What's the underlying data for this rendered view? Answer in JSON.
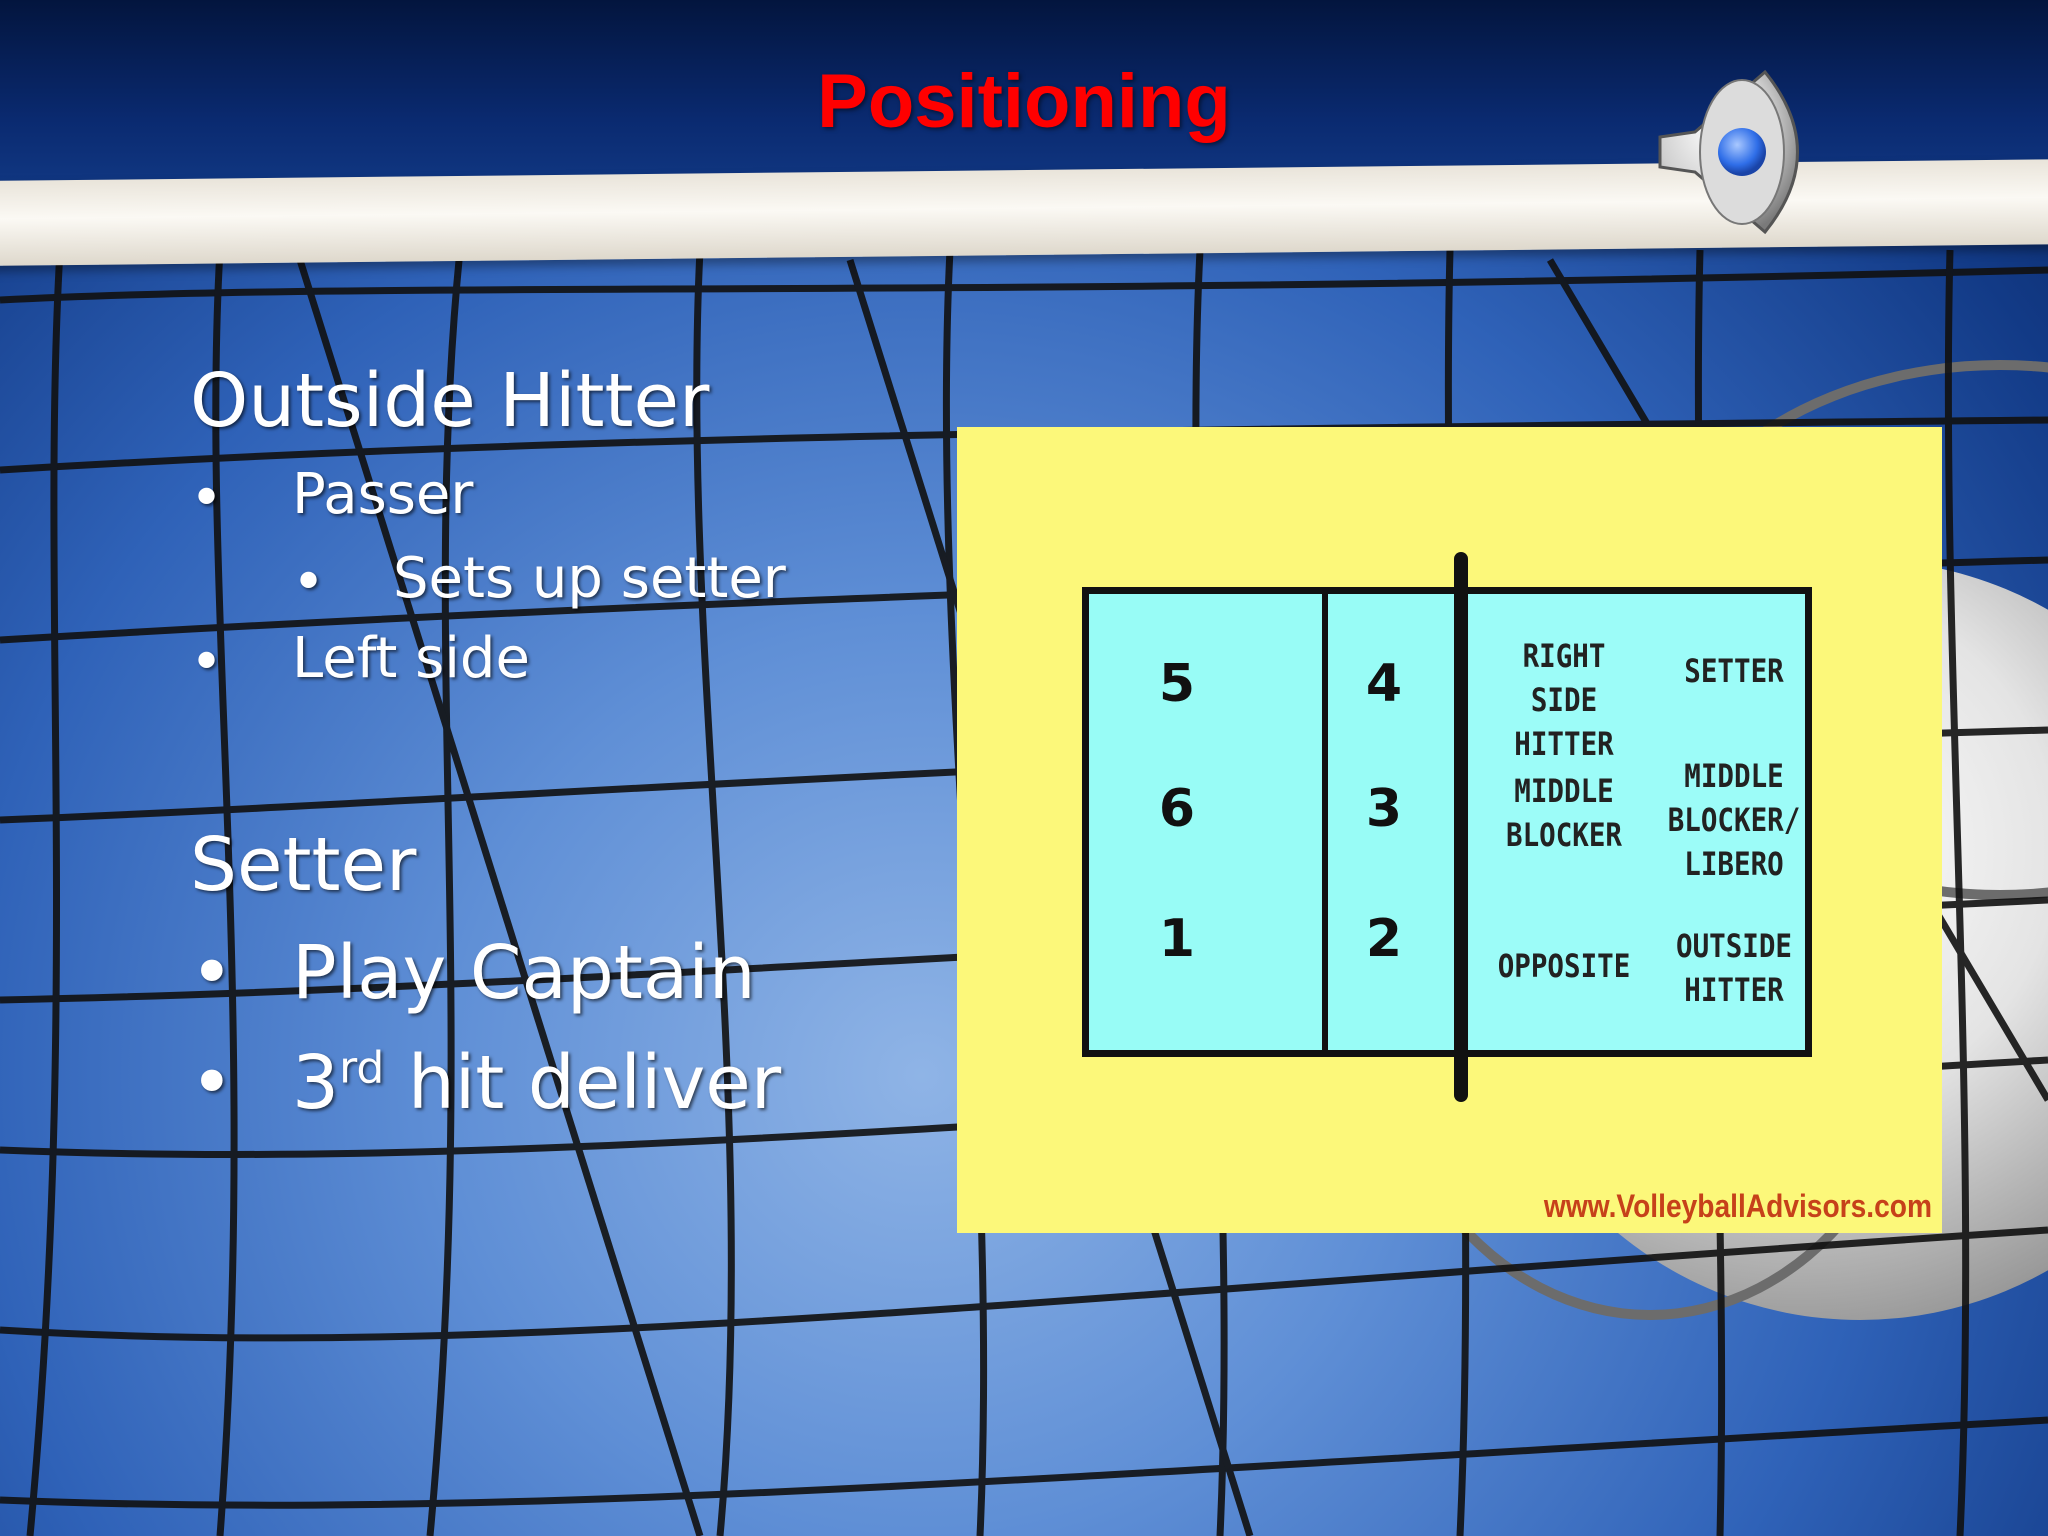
{
  "slide": {
    "title": "Positioning",
    "sections": [
      {
        "heading": "Outside Hitter",
        "bullets": [
          {
            "text": "Passer",
            "bullet": "•"
          },
          {
            "text": "Sets up setter",
            "bullet": "•"
          },
          {
            "text": "Left side",
            "bullet": "•"
          }
        ]
      },
      {
        "heading": "Setter",
        "bullets": [
          {
            "text": "Play Captain",
            "bullet": "•"
          },
          {
            "text_main": "3",
            "text_sup": "rd",
            "text_rest": " hit deliver",
            "bullet": "•"
          }
        ]
      }
    ]
  },
  "diagram": {
    "zones": [
      "5",
      "6",
      "1",
      "4",
      "3",
      "2"
    ],
    "positions": {
      "right_side_hitter": [
        "RIGHT SIDE",
        "HITTER"
      ],
      "setter": [
        "SETTER"
      ],
      "middle_blocker": [
        "MIDDLE",
        "BLOCKER"
      ],
      "middle_blocker_libero": [
        "MIDDLE",
        "BLOCKER/",
        "LIBERO"
      ],
      "opposite": [
        "OPPOSITE"
      ],
      "outside_hitter": [
        "OUTSIDE",
        "HITTER"
      ]
    },
    "credit": "www.VolleyballAdvisors.com"
  },
  "icons": {
    "speaker": "speaker-icon"
  },
  "colors": {
    "title": "#ff0000",
    "diagram_bg": "#fcf87a",
    "court": "#98fcf6",
    "credit": "#c6411a"
  }
}
